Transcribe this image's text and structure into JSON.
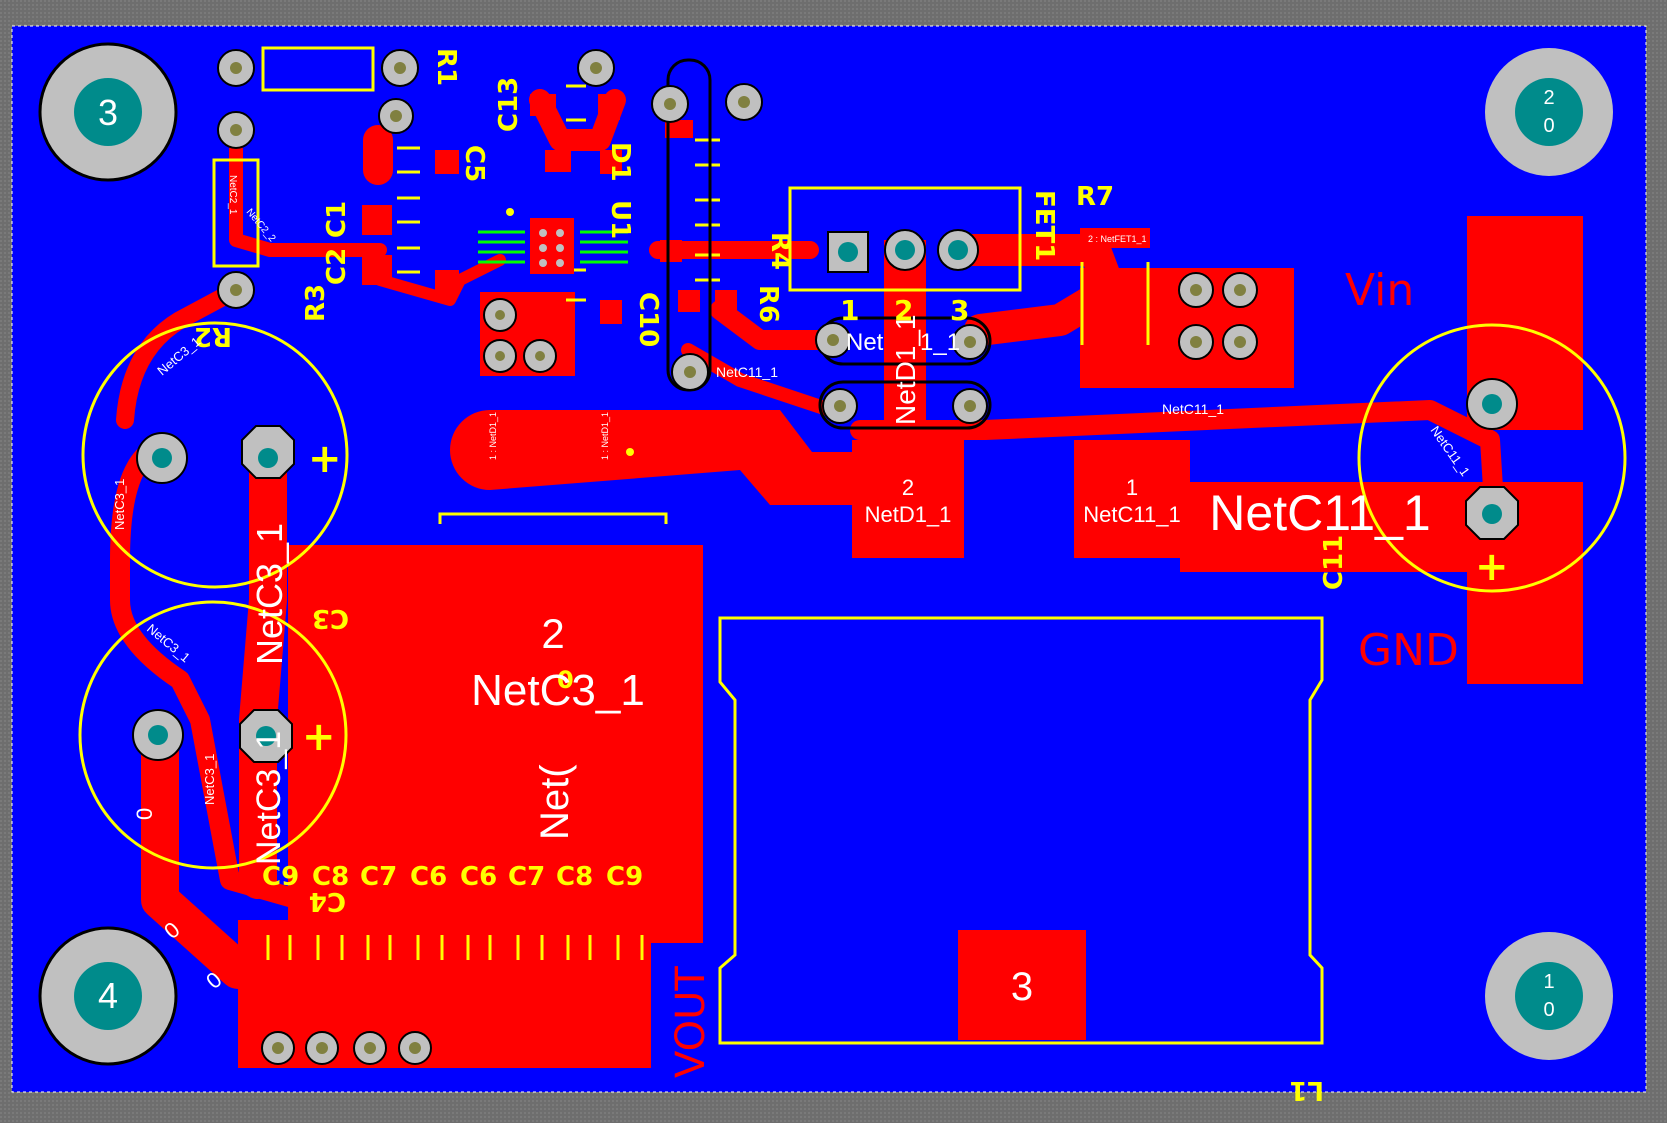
{
  "board": {
    "background": "#6e6e6e",
    "copper_bottom": "#0000ff",
    "copper_top": "#ff0000",
    "silkscreen": "#ffff00",
    "pad_ring": "#c0c0c0",
    "drill": "#008b8b",
    "hole_color": "#808040"
  },
  "mounting_holes": [
    {
      "name": "mount-hole-3",
      "label": "3"
    },
    {
      "name": "mount-hole-4",
      "label": "4"
    },
    {
      "name": "mount-hole-2-0",
      "label": "2",
      "sub": "0"
    },
    {
      "name": "mount-hole-1-0",
      "label": "1",
      "sub": "0"
    }
  ],
  "refdes": {
    "R1": "R1",
    "R2": "R2",
    "R3": "R3",
    "R4": "R4",
    "R6": "R6",
    "R7": "R7",
    "C1": "C1",
    "C2": "C2",
    "C3": "C3",
    "C4": "C4",
    "C5": "C5",
    "C10": "C10",
    "C11": "C11",
    "C13": "C13",
    "FET1": "FET1",
    "L1": "L1",
    "U1": "U1",
    "D1": "D1",
    "OA": "0"
  },
  "cap_row_labels": [
    "C9",
    "C8",
    "C7",
    "C6",
    "C6",
    "C7",
    "C8",
    "C9"
  ],
  "fet_pins": [
    "1",
    "2",
    "3"
  ],
  "plus": "+",
  "power_labels": {
    "vin": "Vin",
    "gnd": "GND",
    "vout": "VOUT"
  },
  "net_labels": {
    "d1_pin_num": "2",
    "d1_pin_net": "NetD1_1",
    "c11_pin_num": "1",
    "c11_pin_net": "NetC11_1",
    "c11_big": "NetC11_1",
    "c3_pin_num": "2",
    "c3_big": "NetC3_1",
    "c3_partial": "Net(",
    "l1_pin_num": "3",
    "netd1_vertical": "NetD1_1",
    "netc11_trace": "NetC11_1",
    "netc11_trace2": "NetC11_1",
    "netc11_small_pad": "NetC11_1",
    "netc3_vertical": "NetC3_1",
    "netc3_vertical2": "NetC3_1",
    "netc3_trace_small": "NetC3_1",
    "netc3_trace_small2": "NetC3_1",
    "netc3_trace_small3": "NetC3_1",
    "netc3_trace_small4": "NetC3_1",
    "netc2_small": "NetC2_1",
    "netc2_small2": "NetC2_2",
    "netfet_small": "2 : NetFET1_1",
    "netd1_trace_small": "1 : NetD1_1",
    "netd1_trace_small2": "1 : NetD1_1",
    "net_partial_1": "Net",
    "net_partial_2": "1_1",
    "zero_a": "0",
    "zero_b": "0",
    "zero_c": "0"
  }
}
